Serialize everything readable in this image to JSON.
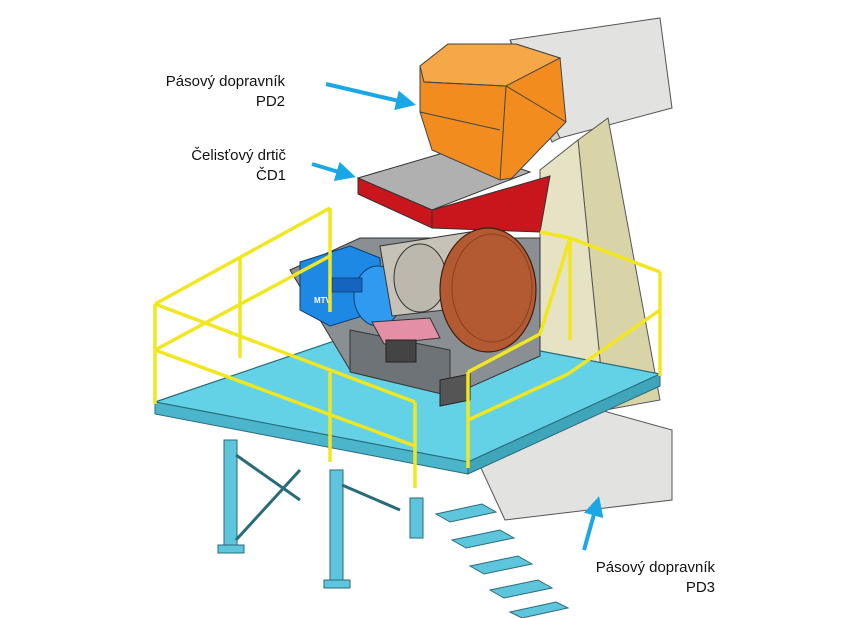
{
  "labels": {
    "pd2": {
      "line1": "Pásový dopravník",
      "line2": "PD2"
    },
    "cd1": {
      "line1": "Čelisťový drtič",
      "line2": "ČD1"
    },
    "pd3": {
      "line1": "Pásový dopravník",
      "line2": "PD3"
    }
  },
  "motor_brand": "MTV",
  "colors": {
    "arrow": "#1aa7e6",
    "platform": "#63d2e6",
    "railing": "#f2e61f",
    "hopper": "#f28c1e",
    "chute": "#c8161c",
    "flywheel": "#b35a32",
    "motor": "#1e88e5",
    "concrete": "#e2e2e0",
    "wall": "#d8d4a8"
  }
}
